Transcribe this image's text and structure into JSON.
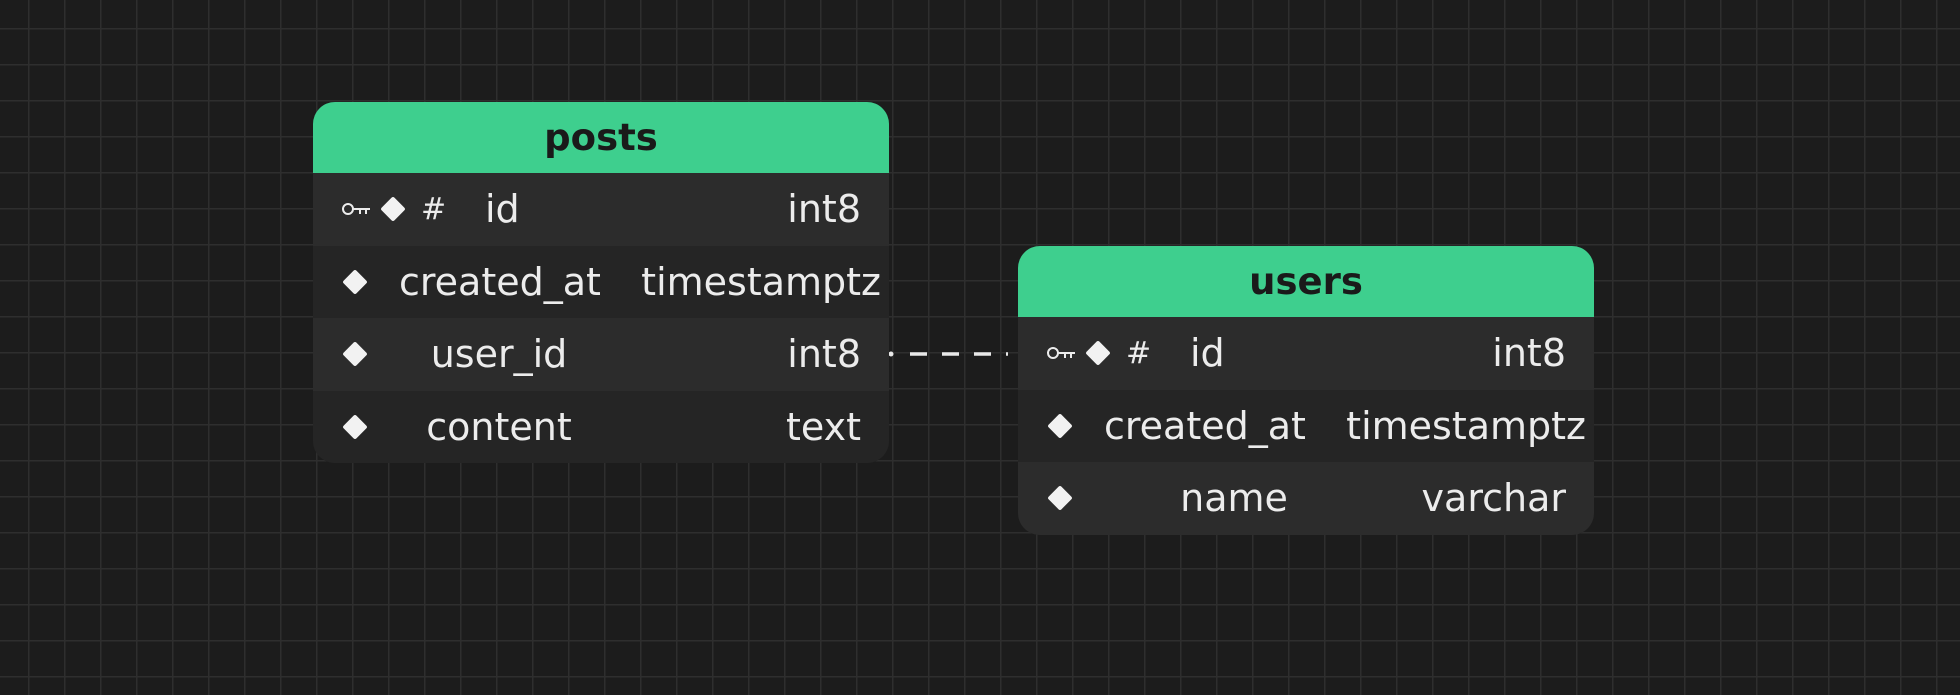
{
  "tables": [
    {
      "name": "posts",
      "columns": [
        {
          "name": "id",
          "type": "int8",
          "primary_key": true
        },
        {
          "name": "created_at",
          "type": "timestamptz"
        },
        {
          "name": "user_id",
          "type": "int8"
        },
        {
          "name": "content",
          "type": "text"
        }
      ]
    },
    {
      "name": "users",
      "columns": [
        {
          "name": "id",
          "type": "int8",
          "primary_key": true
        },
        {
          "name": "created_at",
          "type": "timestamptz"
        },
        {
          "name": "name",
          "type": "varchar"
        }
      ]
    }
  ],
  "relationships": [
    {
      "from": "posts.user_id",
      "to": "users.id",
      "style": "dashed"
    }
  ],
  "colors": {
    "header": "#3ecf8e",
    "canvas": "#1c1c1c",
    "grid": "#2e2e2e"
  }
}
